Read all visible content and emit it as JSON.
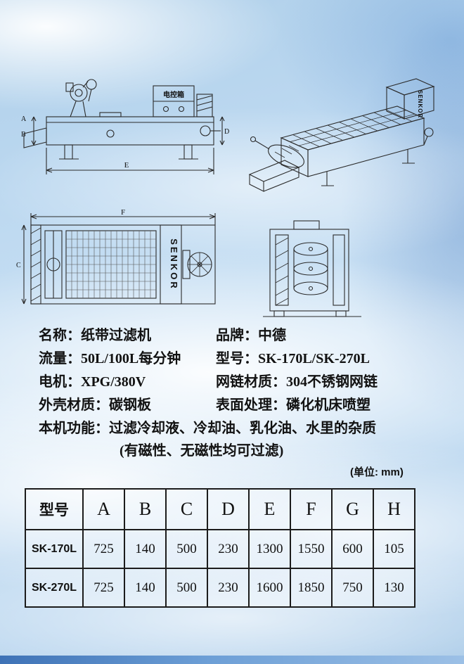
{
  "product": {
    "name_label": "名称：",
    "name_value": "纸带过滤机",
    "brand_label": "品牌：",
    "brand_value": "中德",
    "flow_label": "流量：",
    "flow_value": "50L/100L每分钟",
    "model_label": "型号：",
    "model_value": "SK-170L/SK-270L",
    "motor_label": "电机：",
    "motor_value": "XPG/380V",
    "chain_label": "网链材质：",
    "chain_value": "304不锈钢网链",
    "shell_label": "外壳材质：",
    "shell_value": "碳钢板",
    "surface_label": "表面处理：",
    "surface_value": "磷化机床喷塑",
    "function_label": "本机功能：",
    "function_value": "过滤冷却液、冷却油、乳化油、水里的杂质",
    "function_note": "(有磁性、无磁性均可过滤)"
  },
  "unit_note": "(单位: mm)",
  "table": {
    "headers": [
      "型号",
      "A",
      "B",
      "C",
      "D",
      "E",
      "F",
      "G",
      "H"
    ],
    "rows": [
      {
        "model": "SK-170L",
        "values": [
          "725",
          "140",
          "500",
          "230",
          "1300",
          "1550",
          "600",
          "105"
        ]
      },
      {
        "model": "SK-270L",
        "values": [
          "725",
          "140",
          "500",
          "230",
          "1600",
          "1850",
          "750",
          "130"
        ]
      }
    ]
  },
  "drawings": {
    "control_box_label": "电控箱",
    "brand_mark": "SENKOR",
    "dims": {
      "a": "A",
      "b": "B",
      "c": "C",
      "d": "D",
      "e": "E",
      "f": "F"
    }
  }
}
